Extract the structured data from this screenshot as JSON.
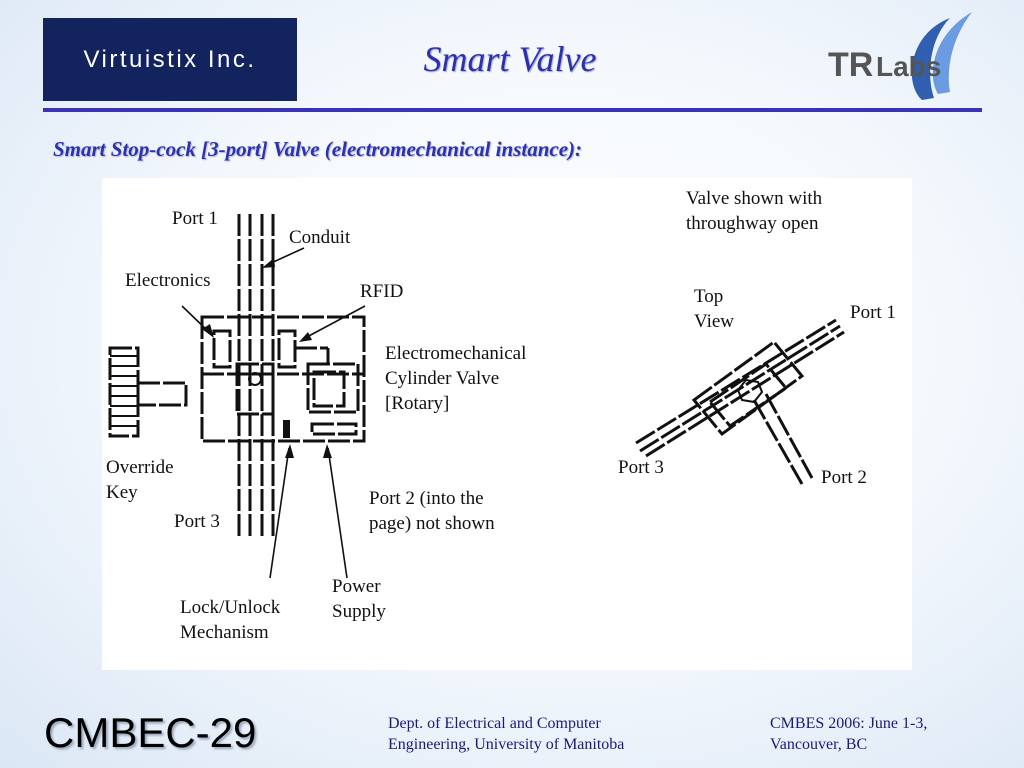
{
  "header": {
    "company_logo_text": "Virtuistix Inc.",
    "slide_title": "Smart Valve",
    "partner_logo_text": "TRLabs"
  },
  "subtitle": "Smart Stop-cock [3-port] Valve (electromechanical instance):",
  "diagram": {
    "side_view": {
      "port1": "Port 1",
      "conduit": "Conduit",
      "electronics": "Electronics",
      "rfid": "RFID",
      "cylinder_line1": "Electromechanical",
      "cylinder_line2": "Cylinder Valve",
      "cylinder_line3": "[Rotary]",
      "override_line1": "Override",
      "override_line2": "Key",
      "port3": "Port 3",
      "port2_line1": "Port 2 (into the",
      "port2_line2": "page) not shown",
      "power_line1": "Power",
      "power_line2": "Supply",
      "lock_line1": "Lock/Unlock",
      "lock_line2": "Mechanism"
    },
    "top_view": {
      "caption_line1": "Valve shown with",
      "caption_line2": "throughway open",
      "view_line1": "Top",
      "view_line2": "View",
      "port1": "Port 1",
      "port3": "Port 3",
      "port2": "Port 2"
    }
  },
  "footer": {
    "event_code": "CMBEC-29",
    "dept_line1": "Dept. of Electrical and Computer",
    "dept_line2": "Engineering, University of Manitoba",
    "conf_line1": "CMBES 2006: June 1-3,",
    "conf_line2": "Vancouver, BC"
  }
}
